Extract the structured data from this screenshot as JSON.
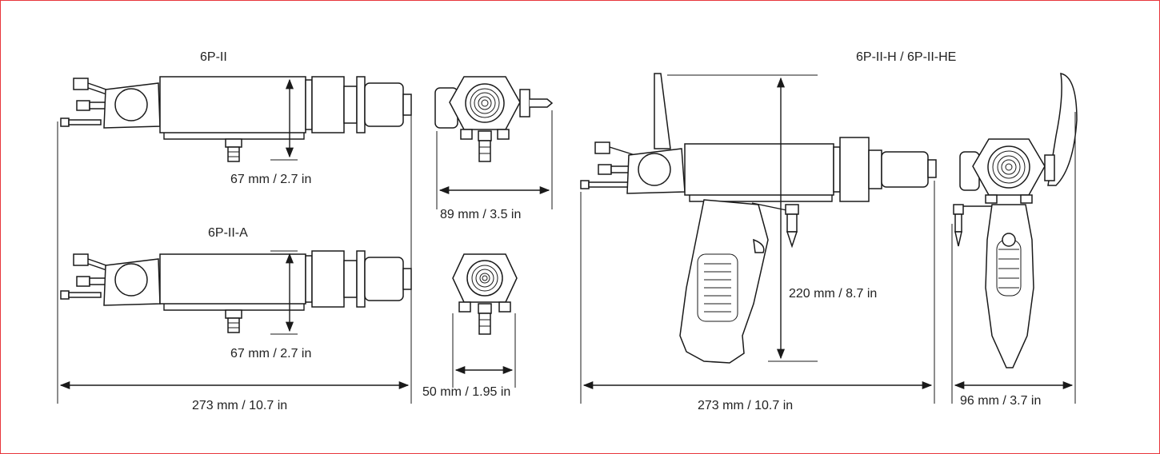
{
  "titles": {
    "tool_top": "6P-II",
    "tool_mid": "6P-II-A",
    "tool_right": "6P-II-H / 6P-II-HE"
  },
  "dimensions": {
    "height_top": "67 mm / 2.7 in",
    "width_front_top": "89 mm / 3.5 in",
    "height_mid": "67 mm / 2.7 in",
    "width_front_mid": "50 mm / 1.95 in",
    "length_left": "273 mm / 10.7 in",
    "height_pistol": "220 mm / 8.7 in",
    "length_pistol": "273 mm / 10.7 in",
    "width_pistol_front": "96 mm / 3.7 in"
  },
  "colors": {
    "border": "#e8363c",
    "line": "#1a1a1a"
  }
}
